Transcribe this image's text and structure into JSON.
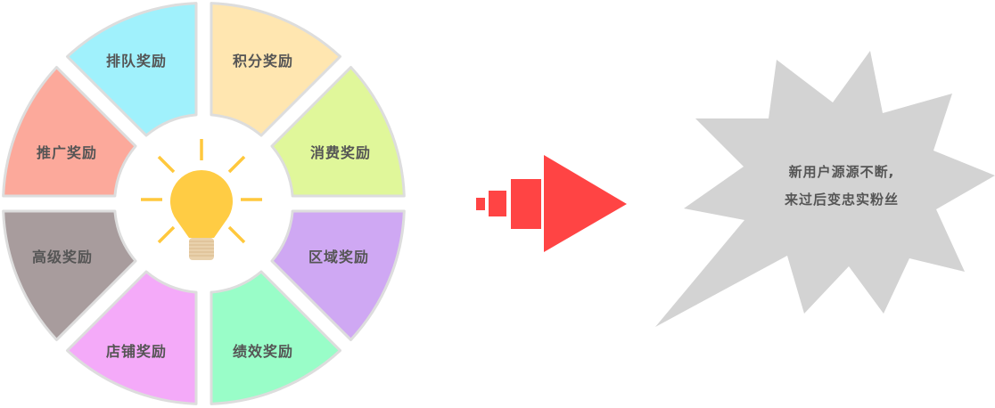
{
  "ring": {
    "segments": [
      {
        "label": "积分奖励",
        "color": "#ffe6b0"
      },
      {
        "label": "消费奖励",
        "color": "#e0f79a"
      },
      {
        "label": "区域奖励",
        "color": "#cfa8f3"
      },
      {
        "label": "绩效奖励",
        "color": "#99fdc8"
      },
      {
        "label": "店铺奖励",
        "color": "#f4aaf9"
      },
      {
        "label": "高级奖励",
        "color": "#a89c9d"
      },
      {
        "label": "推广奖励",
        "color": "#fca99b"
      },
      {
        "label": "排队奖励",
        "color": "#a0f1fc"
      }
    ],
    "center_icon": "lightbulb-icon"
  },
  "arrow": {
    "color": "#ff4444",
    "icon": "arrow-right-icon"
  },
  "burst": {
    "color": "#d3d3d3",
    "lines": [
      "新用户源源不断,",
      "来过后变忠实粉丝"
    ]
  }
}
